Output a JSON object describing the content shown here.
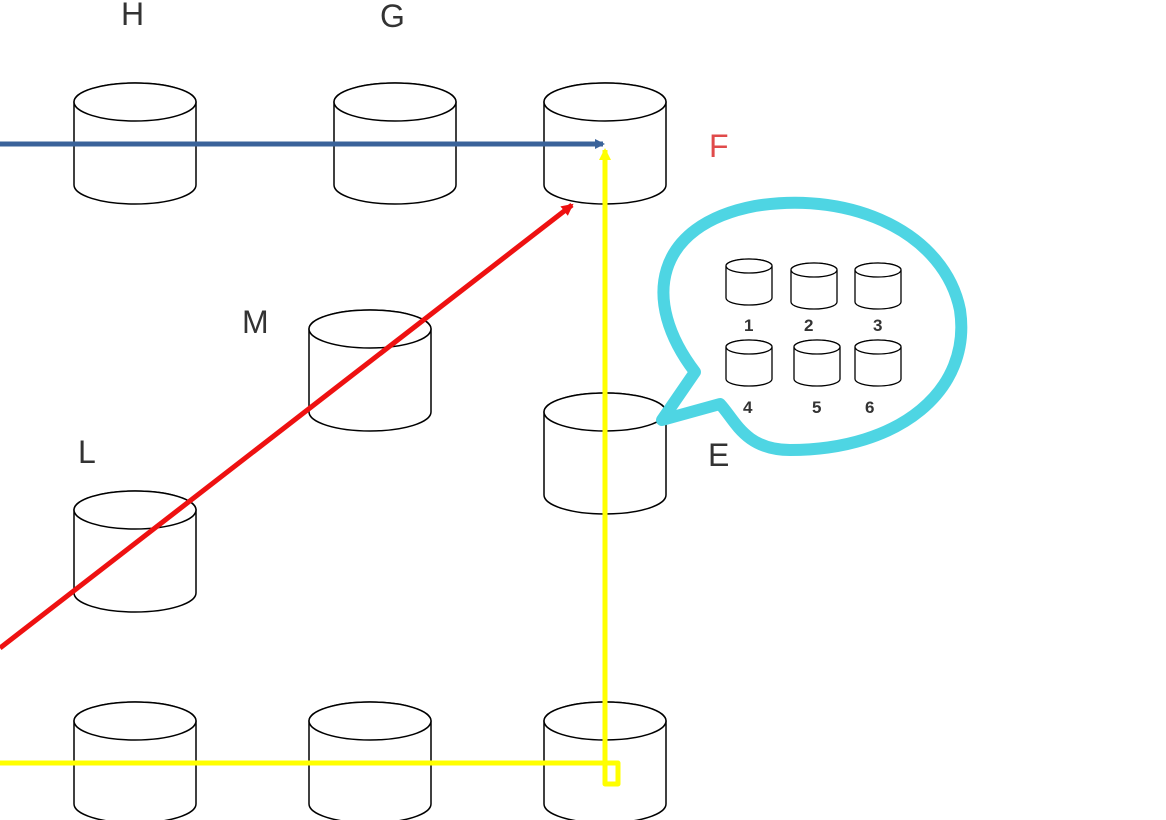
{
  "diagram": {
    "colors": {
      "background": "#ffffff",
      "cylinder_stroke": "#000000",
      "label_default": "#333333",
      "label_highlight": "#e04a4a",
      "arrow_blue": "#3a639a",
      "arrow_red": "#ee1111",
      "arrow_yellow": "#ffff00",
      "callout": "#4ed5e3"
    },
    "labels": {
      "h": "H",
      "g": "G",
      "f": "F",
      "m": "M",
      "l": "L",
      "e": "E"
    },
    "callout": {
      "items": [
        "1",
        "2",
        "3",
        "4",
        "5",
        "6"
      ]
    },
    "arrows": [
      {
        "name": "blue-arrow",
        "from": "left edge",
        "to": "F"
      },
      {
        "name": "red-arrow",
        "from": "bottom-left",
        "to": "F"
      },
      {
        "name": "yellow-arrow",
        "from": "bottom-left",
        "to": "F"
      }
    ]
  }
}
